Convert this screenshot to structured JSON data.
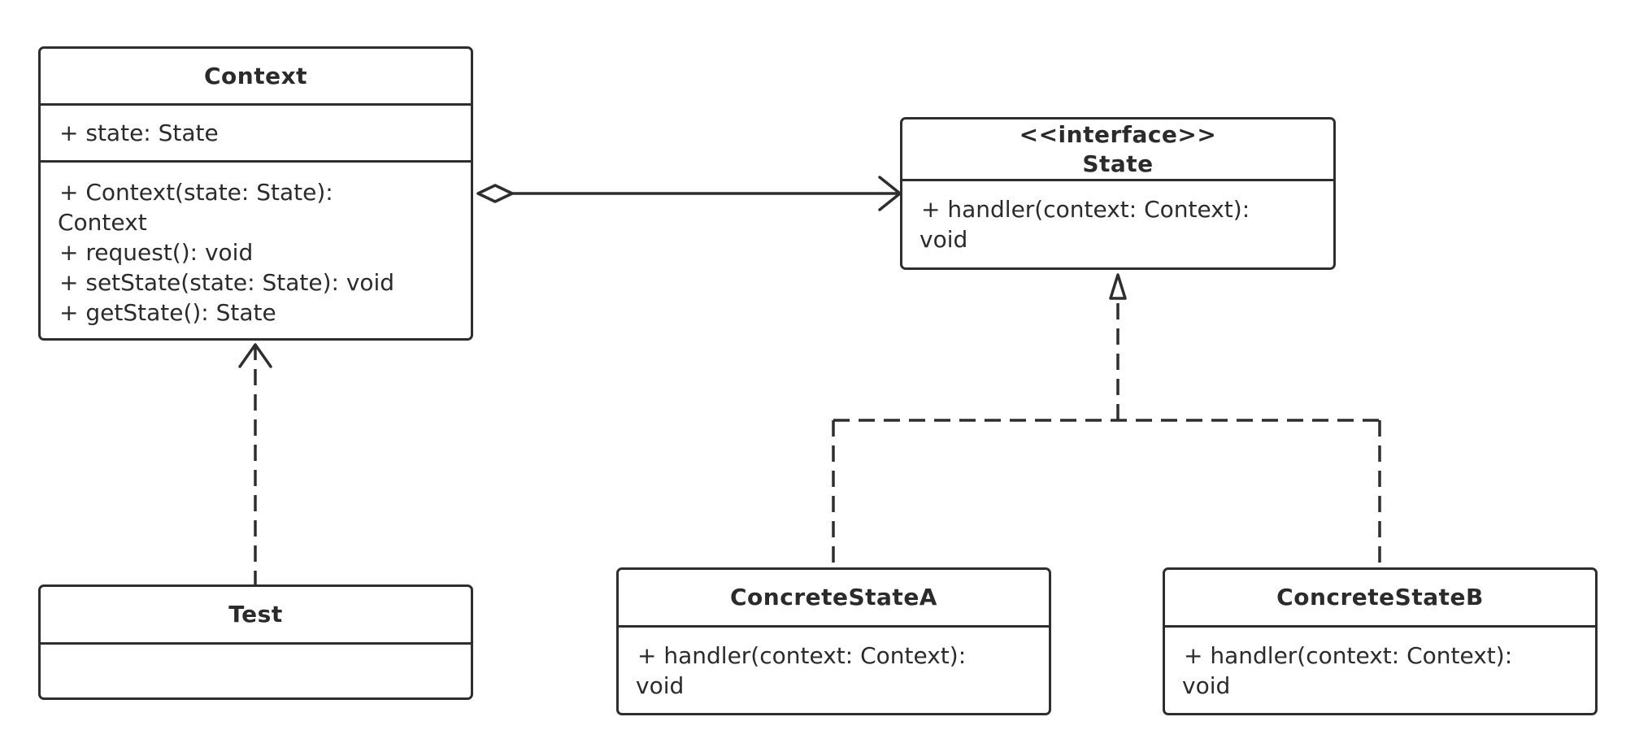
{
  "classes": {
    "context": {
      "name": "Context",
      "attributes": [
        "+ state: State"
      ],
      "operations": [
        "+ Context(state: State):",
        "Context",
        "+ request(): void",
        "+ setState(state: State): void",
        "+ getState(): State"
      ]
    },
    "state": {
      "stereotype": "<<interface>>",
      "name": "State",
      "operations": [
        "+ handler(context: Context):",
        "void"
      ]
    },
    "test": {
      "name": "Test"
    },
    "concrete_a": {
      "name": "ConcreteStateA",
      "operations": [
        "+ handler(context: Context):",
        "void"
      ]
    },
    "concrete_b": {
      "name": "ConcreteStateB",
      "operations": [
        "+ handler(context: Context):",
        "void"
      ]
    }
  },
  "relations": {
    "context_state": "aggregation",
    "test_context": "dependency",
    "concrete_state": "realization"
  },
  "colors": {
    "stroke": "#2e2e2e",
    "text": "#2b2b2b",
    "background": "#ffffff"
  }
}
